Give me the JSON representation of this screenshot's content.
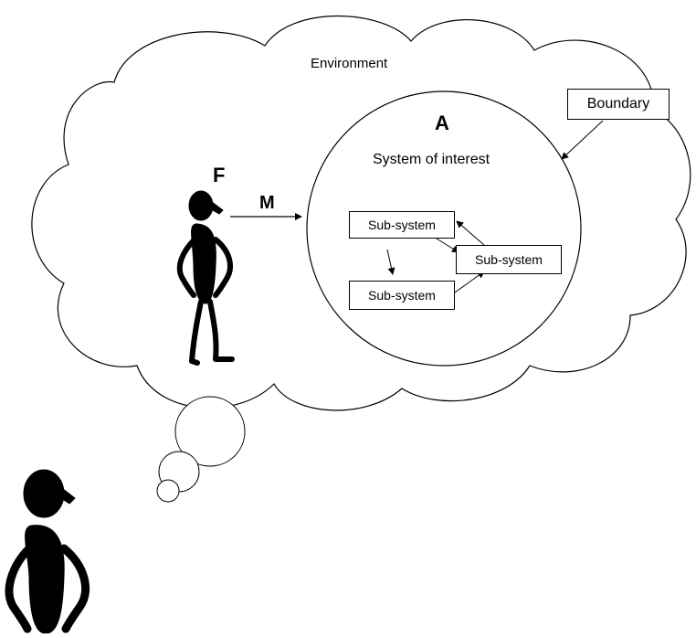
{
  "diagram": {
    "environment_label": "Environment",
    "system_letter": "A",
    "system_label": "System of interest",
    "boundary_label": "Boundary",
    "observer_letter": "F",
    "model_letter": "M",
    "subsystems": [
      {
        "label": "Sub-system"
      },
      {
        "label": "Sub-system"
      },
      {
        "label": "Sub-system"
      }
    ]
  }
}
